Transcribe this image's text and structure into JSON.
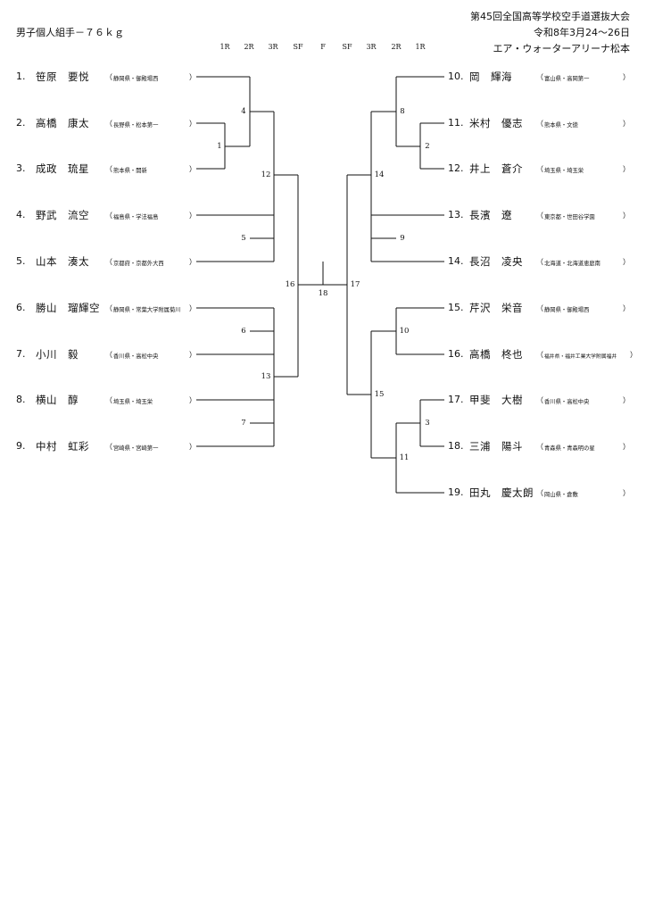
{
  "event_title": "男子個人組手－７６ｋｇ",
  "tournament": "第45回全国高等学校空手道選抜大会",
  "dates": "令和8年3月24～26日",
  "venue": "エア・ウォーターアリーナ松本",
  "rounds_left": [
    "1R",
    "2R",
    "3R",
    "SF"
  ],
  "round_final": "F",
  "rounds_right": [
    "SF",
    "3R",
    "2R",
    "1R"
  ],
  "left_players": [
    {
      "num": "1.",
      "name": "笹原　要悦",
      "school": "静岡県・御殿場西"
    },
    {
      "num": "2.",
      "name": "高橋　康太",
      "school": "長野県・松本第一"
    },
    {
      "num": "3.",
      "name": "成政　琉星",
      "school": "熊本県・開新"
    },
    {
      "num": "4.",
      "name": "野武　流空",
      "school": "福島県・学法福島"
    },
    {
      "num": "5.",
      "name": "山本　湊太",
      "school": "京都府・京都外大西"
    },
    {
      "num": "6.",
      "name": "勝山　瑠輝空",
      "school": "静岡県・常葉大学附属菊川"
    },
    {
      "num": "7.",
      "name": "小川　毅",
      "school": "香川県・高松中央"
    },
    {
      "num": "8.",
      "name": "横山　醇",
      "school": "埼玉県・埼玉栄"
    },
    {
      "num": "9.",
      "name": "中村　虹彩",
      "school": "宮崎県・宮崎第一"
    }
  ],
  "right_players": [
    {
      "num": "10.",
      "name": "岡　輝海",
      "school": "富山県・高岡第一"
    },
    {
      "num": "11.",
      "name": "米村　優志",
      "school": "熊本県・文徳"
    },
    {
      "num": "12.",
      "name": "井上　蒼介",
      "school": "埼玉県・埼玉栄"
    },
    {
      "num": "13.",
      "name": "長濱　遼",
      "school": "東京都・世田谷学園"
    },
    {
      "num": "14.",
      "name": "長沼　凌央",
      "school": "北海道・北海道恵庭南"
    },
    {
      "num": "15.",
      "name": "芹沢　栄音",
      "school": "静岡県・御殿場西"
    },
    {
      "num": "16.",
      "name": "高橋　柊也",
      "school": "福井県・福井工業大学附属福井"
    },
    {
      "num": "17.",
      "name": "甲斐　大樹",
      "school": "香川県・高松中央"
    },
    {
      "num": "18.",
      "name": "三浦　陽斗",
      "school": "青森県・青森明の星"
    },
    {
      "num": "19.",
      "name": "田丸　慶太朗",
      "school": "岡山県・倉敷"
    }
  ],
  "match_numbers": [
    "1",
    "2",
    "3",
    "4",
    "5",
    "6",
    "7",
    "8",
    "9",
    "10",
    "11",
    "12",
    "13",
    "14",
    "15",
    "16",
    "17",
    "18"
  ]
}
